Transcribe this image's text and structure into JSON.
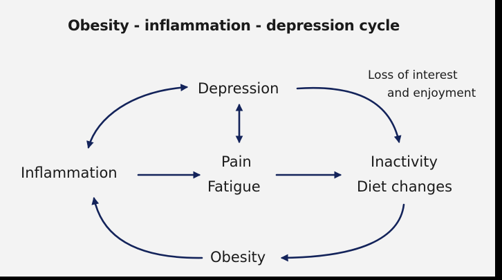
{
  "title": "Obesity - inflammation - depression cycle",
  "nodes": {
    "depression": "Depression",
    "pain": "Pain",
    "fatigue": "Fatigue",
    "inflammation": "Inflammation",
    "inactivity": "Inactivity",
    "diet_changes": "Diet changes",
    "obesity": "Obesity"
  },
  "annotation": {
    "line1": "Loss of interest",
    "line2": "and enjoyment"
  },
  "colors": {
    "background": "#f3f3f3",
    "arrow": "#13235a",
    "text": "#1a1a1a",
    "border": "#000000"
  }
}
